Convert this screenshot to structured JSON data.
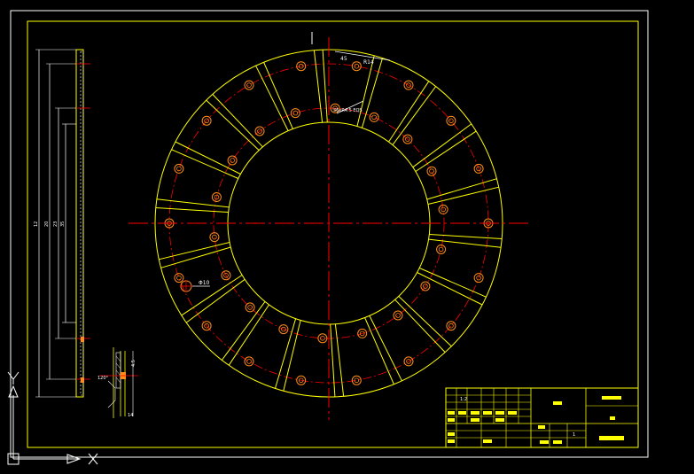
{
  "colors": {
    "background": "#000000",
    "frame": "#ffffff",
    "geometry": "#ffff00",
    "centerline": "#ff0000",
    "holes": "#ff8c1a",
    "dimension": "#ffffff"
  },
  "drawing": {
    "pad_count": 18,
    "hole_count": 36
  },
  "labels": {
    "dim_top_a": "45",
    "dim_top_b": "R14",
    "dim_inner": "36xR4.5 EQS",
    "hole_note": "Φ10",
    "side_dims": [
      "12",
      "20",
      "23",
      "35"
    ],
    "detail_angle": "120°",
    "detail_dim_a": "4.5",
    "detail_dim_b": "14",
    "title_small_a": "1:2",
    "title_small_b": "1"
  },
  "icons": {
    "ucs": "ucs-axis-icon",
    "x_marker": "x-axis-marker-icon",
    "y_marker": "y-axis-marker-icon"
  }
}
